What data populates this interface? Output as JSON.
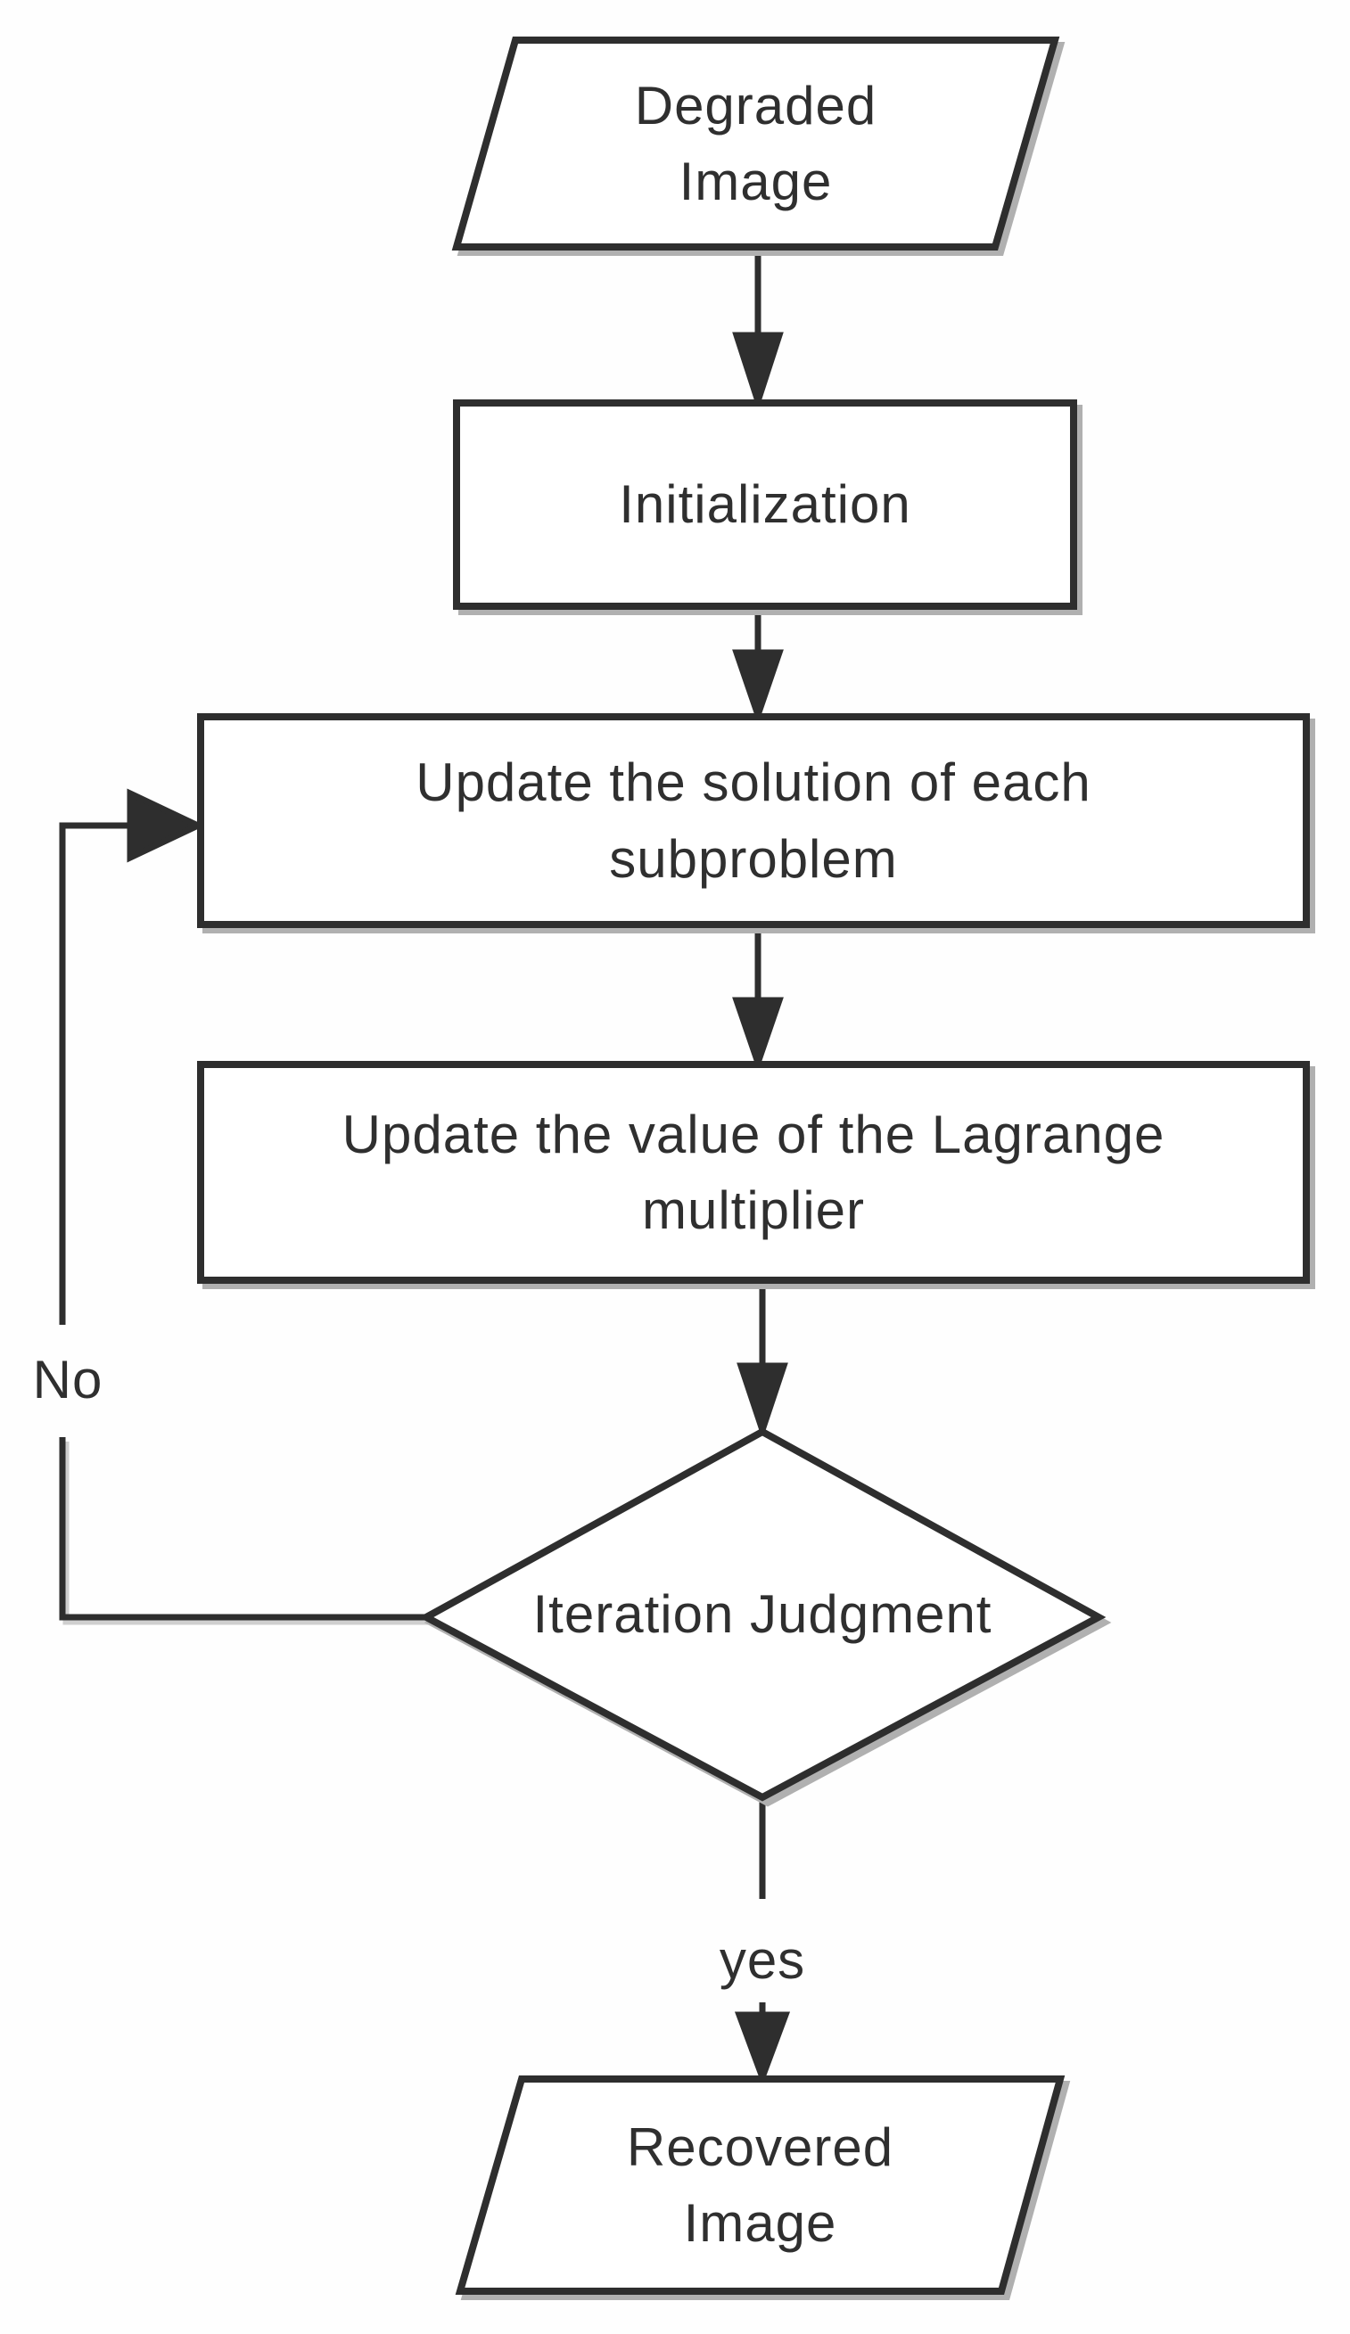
{
  "flowchart": {
    "nodes": {
      "degraded_image": {
        "label": "Degraded\nImage",
        "shape": "parallelogram"
      },
      "initialization": {
        "label": "Initialization",
        "shape": "rectangle"
      },
      "update_solution": {
        "label": "Update the solution of each\nsubproblem",
        "shape": "rectangle"
      },
      "update_lagrange": {
        "label": "Update the value of the Lagrange\nmultiplier",
        "shape": "rectangle"
      },
      "iteration_judgment": {
        "label": "Iteration Judgment",
        "shape": "diamond"
      },
      "recovered_image": {
        "label": "Recovered\nImage",
        "shape": "parallelogram"
      }
    },
    "edge_labels": {
      "no": "No",
      "yes": "yes"
    },
    "colors": {
      "stroke": "#2e2e2e",
      "text": "#2f2f2f",
      "background": "#fefefe",
      "shadow": "#b0b0b0"
    }
  }
}
